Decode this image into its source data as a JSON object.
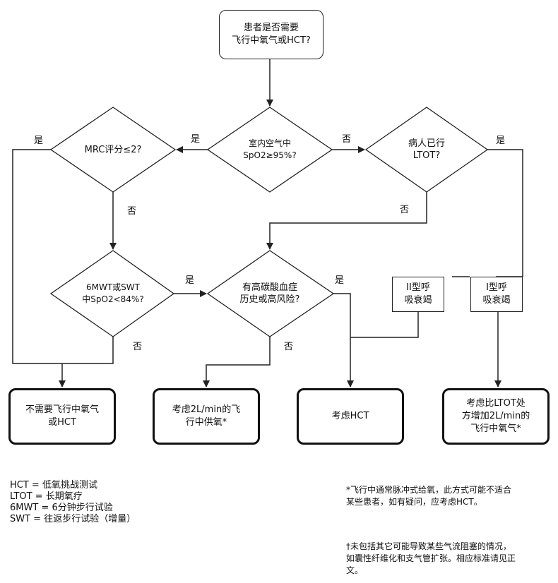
{
  "start": {
    "line1": "患者是否需要",
    "line2": "飞行中氧气或HCT?"
  },
  "decisions": {
    "spo2": {
      "line1": "室内空气中",
      "line2": "SpO2≥95%?"
    },
    "mrc": {
      "line1": "MRC评分≤2?"
    },
    "ltot": {
      "line1": "病人已行",
      "line2": "LTOT?"
    },
    "walk": {
      "line1": "6MWT或SWT",
      "line2": "中SpO2<84%?"
    },
    "hypercap": {
      "line1": "有高碳酸血症",
      "line2": "历史或高风险?"
    }
  },
  "types": {
    "type2": {
      "line1": "II型呼",
      "line2": "吸衰竭"
    },
    "type1": {
      "line1": "I型呼",
      "line2": "吸衰竭"
    }
  },
  "outcomes": {
    "none": {
      "line1": "不需要飞行中氧气",
      "line2": "或HCT"
    },
    "two_l": {
      "line1": "考虑2L/min的飞",
      "line2": "行中供氧*"
    },
    "hct": {
      "line1": "考虑HCT"
    },
    "ltot_plus": {
      "line1": "考虑比LTOT处",
      "line2": "方增加2L/min的",
      "line3": "飞行中氧气*"
    }
  },
  "edge_labels": {
    "yes_mrc_left": "是",
    "yes_spo2_left": "是",
    "no_spo2_right": "否",
    "yes_ltot": "是",
    "no_mrc": "否",
    "no_ltot": "否",
    "yes_walk": "是",
    "yes_hypercap": "是",
    "no_walk": "否",
    "no_hypercap": "否"
  },
  "legend": {
    "l1": "HCT = 低氧挑战测试",
    "l2": "LTOT = 长期氧疗",
    "l3": "6MWT = 6分钟步行试验",
    "l4": "SWT = 往返步行试验（增量）"
  },
  "notes": {
    "star": "*飞行中通常脉冲式给氧，此方式可能不适合某些患者，如有疑问，应考虑HCT。",
    "dagger": "†未包括其它可能导致某些气流阻塞的情况，如囊性纤维化和支气管扩张。相应标准请见正文。"
  }
}
